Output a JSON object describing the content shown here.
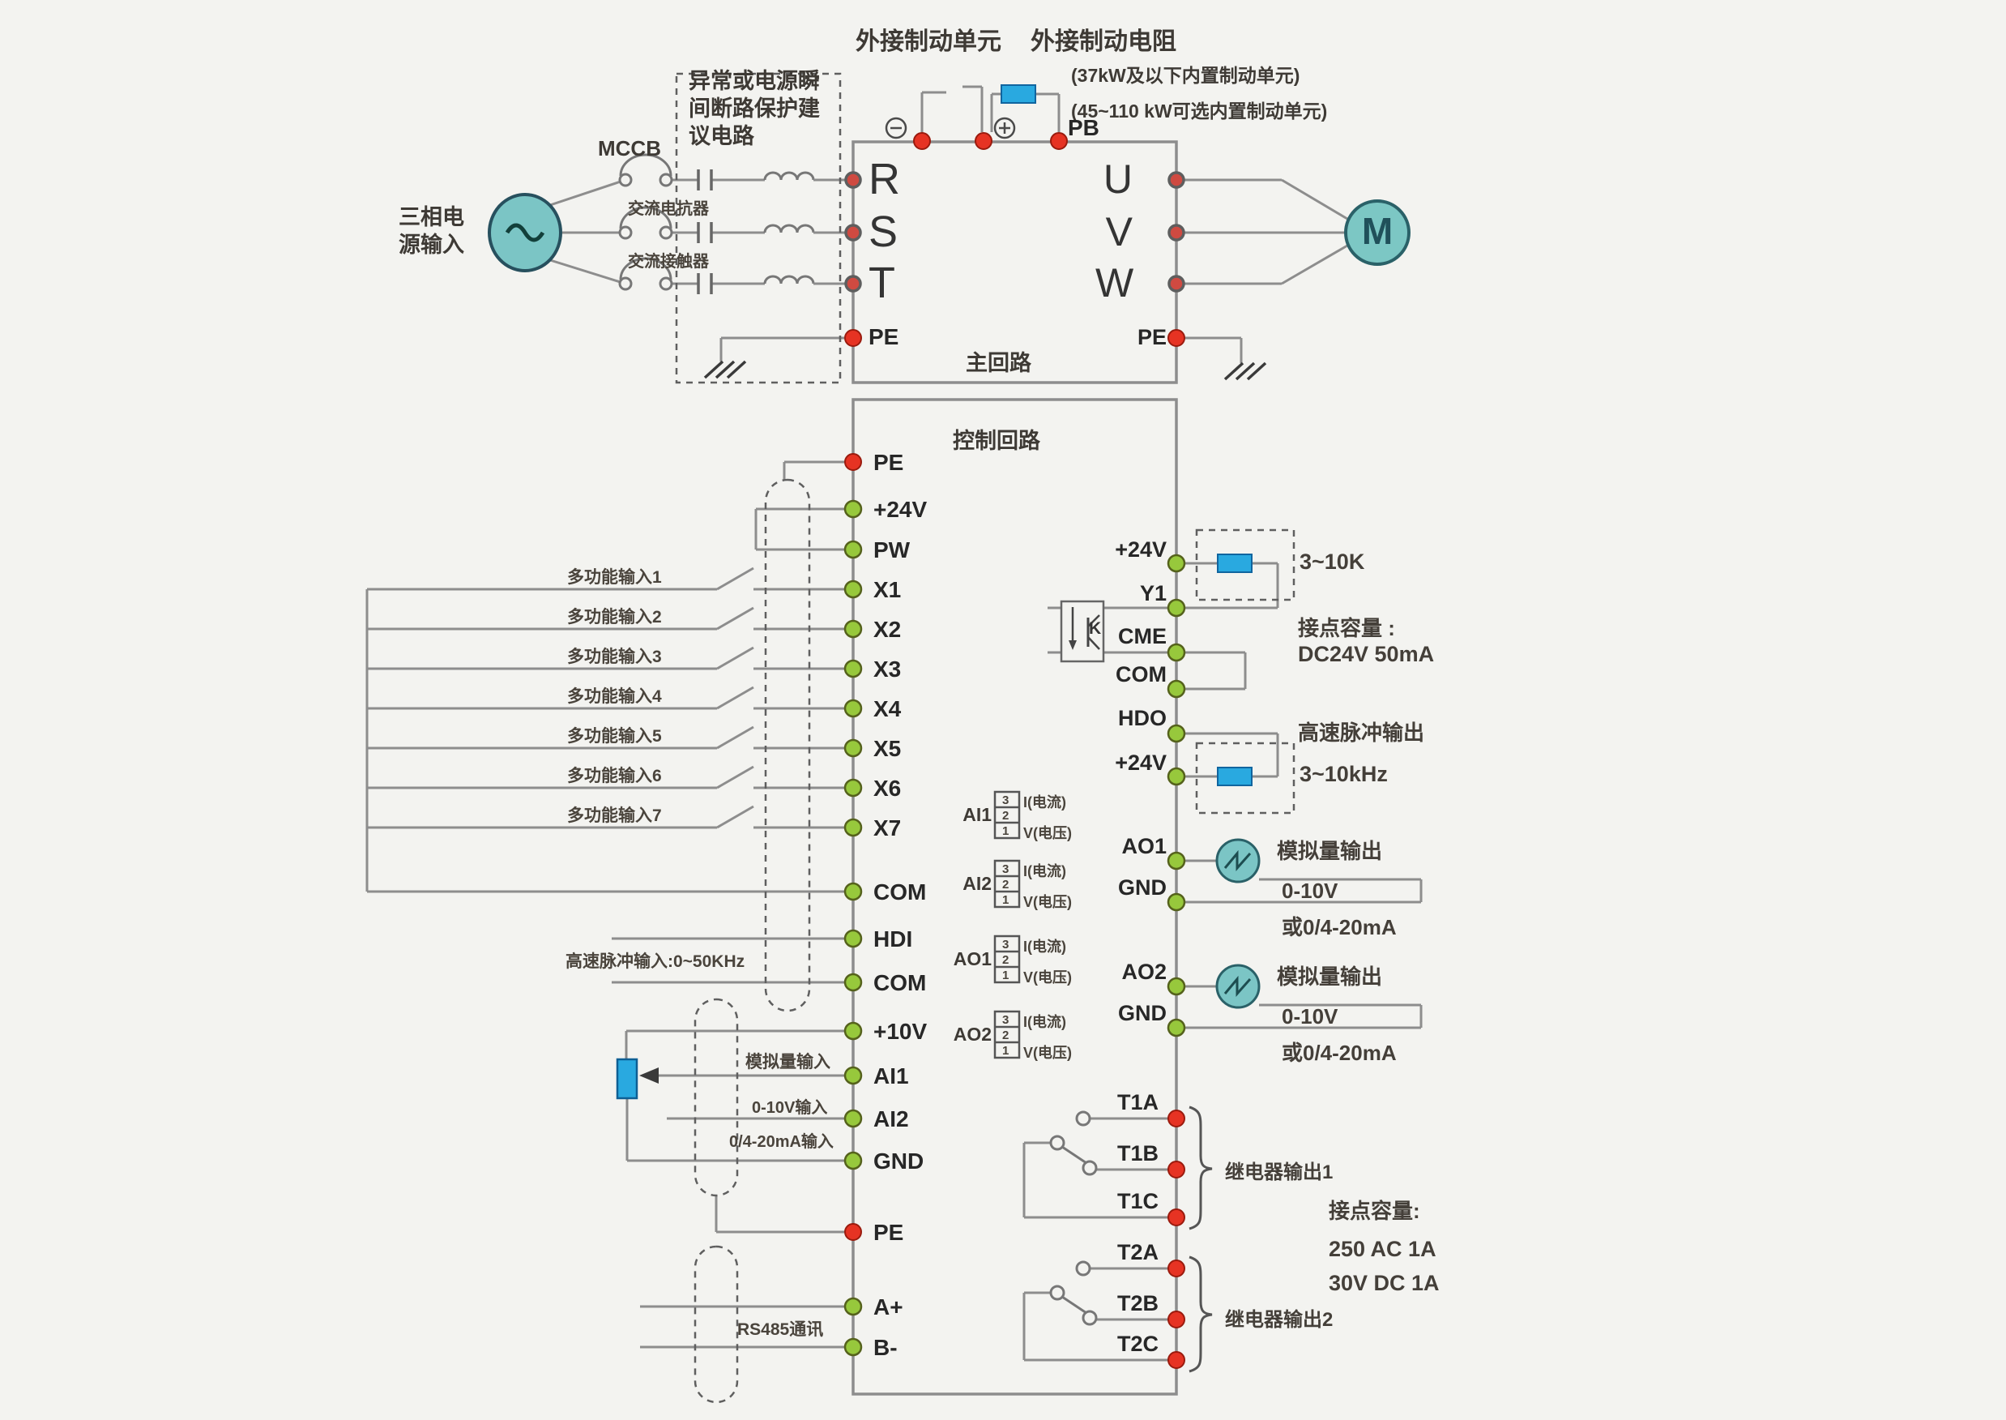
{
  "colors": {
    "wire_gray": "#8d8d8d",
    "terminal_green": "#97c83c",
    "terminal_red": "#e63323",
    "resistor_blue": "#29a9e0",
    "component_teal": "#7bc5c5",
    "text_dark": "#3e3a35"
  },
  "top": {
    "brake_unit_label": "外接制动单元",
    "brake_resistor_label": "外接制动电阻",
    "note1": "(37kW及以下内置制动单元)",
    "note2": "(45~110 kW可选内置制动单元)",
    "minus": "−",
    "plus": "+",
    "pb": "PB"
  },
  "input_section": {
    "source_label_line1": "三相电",
    "source_label_line2": "源输入",
    "mccb": "MCCB",
    "protection_note_line1": "异常或电源瞬",
    "protection_note_line2": "间断路保护建",
    "protection_note_line3": "议电路",
    "reactor": "交流电抗器",
    "contactor": "交流接触器"
  },
  "main_circuit": {
    "title": "主回路",
    "r": "R",
    "s": "S",
    "t": "T",
    "pe_left": "PE",
    "u": "U",
    "v": "V",
    "w": "W",
    "pe_right": "PE",
    "motor": "M"
  },
  "control_circuit": {
    "title": "控制回路",
    "left_terminals": [
      "PE",
      "+24V",
      "PW",
      "X1",
      "X2",
      "X3",
      "X4",
      "X5",
      "X6",
      "X7",
      "COM",
      "HDI",
      "COM",
      "+10V",
      "AI1",
      "AI2",
      "GND",
      "PE",
      "A+",
      "B-"
    ],
    "multi_inputs": [
      "多功能输入1",
      "多功能输入2",
      "多功能输入3",
      "多功能输入4",
      "多功能输入5",
      "多功能输入6",
      "多功能输入7"
    ],
    "hdi_label": "高速脉冲输入:0~50KHz",
    "analog_input_label": "模拟量输入",
    "ai2_label_top": "0-10V输入",
    "ai2_label_bottom": "0/4-20mA输入",
    "rs485_label": "RS485通讯"
  },
  "jumpers": {
    "names": [
      "AI1",
      "AI2",
      "AO1",
      "AO2"
    ],
    "pin3": "3",
    "pin2": "2",
    "pin1": "1",
    "current_label": "I(电流)",
    "voltage_label": "V(电压)"
  },
  "right": {
    "terminals": {
      "p24_1": "+24V",
      "y1": "Y1",
      "cme": "CME",
      "com": "COM",
      "hdo": "HDO",
      "p24_2": "+24V",
      "ao1": "AO1",
      "gnd1": "GND",
      "ao2": "AO2",
      "gnd2": "GND",
      "t1a": "T1A",
      "t1b": "T1B",
      "t1c": "T1C",
      "t2a": "T2A",
      "t2b": "T2B",
      "t2c": "T2C"
    },
    "k_label": "K",
    "pullup_label": "3~10K",
    "contact_rating_title": "接点容量 :",
    "contact_rating_value": "DC24V 50mA",
    "hdo_label": "高速脉冲输出",
    "hdo_freq": "3~10kHz",
    "ao1_label": "模拟量输出",
    "ao1_range": "0-10V",
    "ao1_alt": "或0/4-20mA",
    "ao2_label": "模拟量输出",
    "ao2_range": "0-10V",
    "ao2_alt": "或0/4-20mA",
    "relay1_label": "继电器输出1",
    "relay2_label": "继电器输出2",
    "relay_rating_title": "接点容量:",
    "relay_rating_1": "250 AC 1A",
    "relay_rating_2": "30V DC 1A"
  }
}
